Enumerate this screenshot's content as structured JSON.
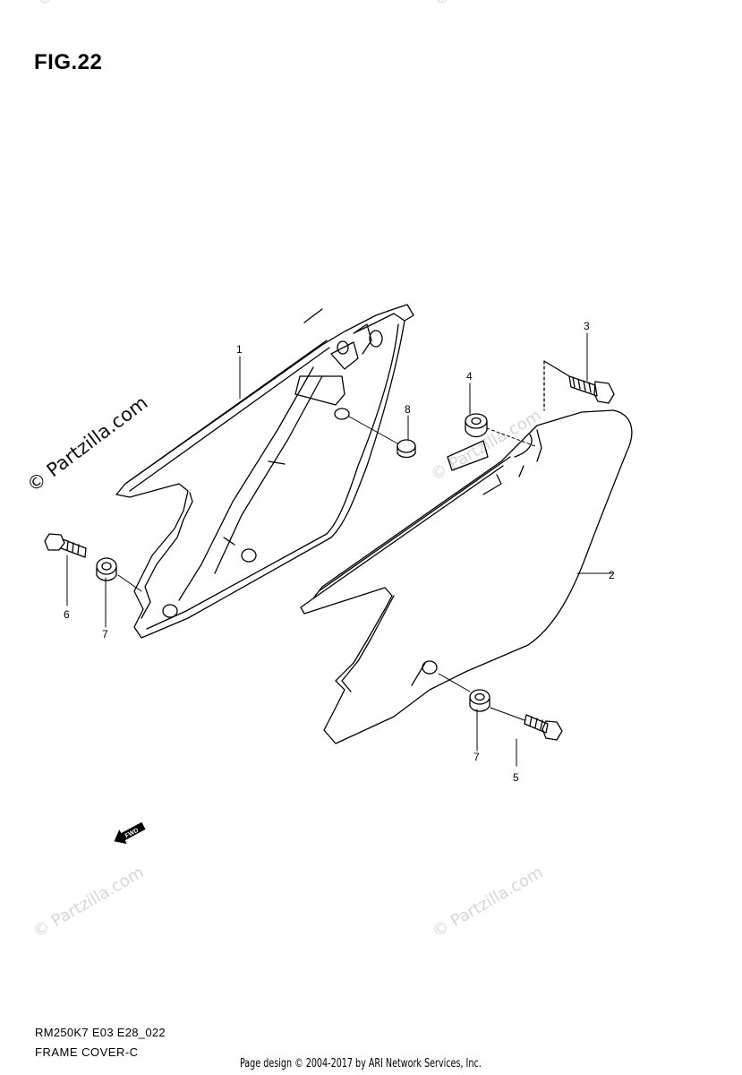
{
  "figure_title": "FIG.22",
  "watermarks": {
    "main": "© Partzilla.com",
    "faint": "© Partzilla.com"
  },
  "callouts": [
    {
      "label": "1",
      "part": "frame cover left"
    },
    {
      "label": "2",
      "part": "frame cover right"
    },
    {
      "label": "3",
      "part": "bolt"
    },
    {
      "label": "4",
      "part": "cushion"
    },
    {
      "label": "5",
      "part": "bolt"
    },
    {
      "label": "6",
      "part": "bolt"
    },
    {
      "label": "7",
      "part": "cushion"
    },
    {
      "label": "7",
      "part": "cushion"
    },
    {
      "label": "8",
      "part": "cushion"
    }
  ],
  "fwd_label": "FWD",
  "footer": {
    "code": "RM250K7 E03 E28_022",
    "name": "FRAME COVER-C",
    "credit": "Page design © 2004-2017 by ARI Network Services, Inc."
  }
}
